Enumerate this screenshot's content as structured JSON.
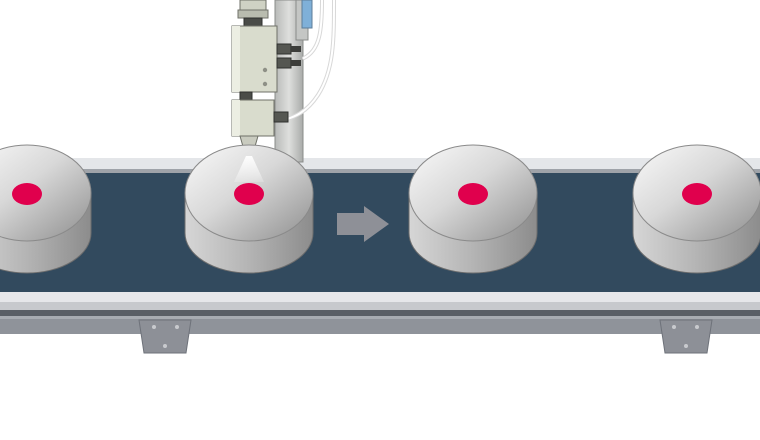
{
  "scene": {
    "description_visible_text": [],
    "conveyor_direction": "right",
    "parts_on_belt": 4,
    "parts_dotted": 4,
    "colors": {
      "belt": "#324a5e",
      "rail_light": "#e4e6e9",
      "rail_dark": "#8f939a",
      "part_top_light": "#f4f4f4",
      "part_top_dark": "#9a9a9a",
      "part_side": "#b7b7b7",
      "dot": "#e0004d",
      "arrow": "#8e9097",
      "dispenser_body": "#d9dccd",
      "post": "#c9cbc9"
    },
    "icons": {
      "direction_arrow": "arrow-right-icon",
      "dispenser": "dispense-valve-icon"
    }
  }
}
